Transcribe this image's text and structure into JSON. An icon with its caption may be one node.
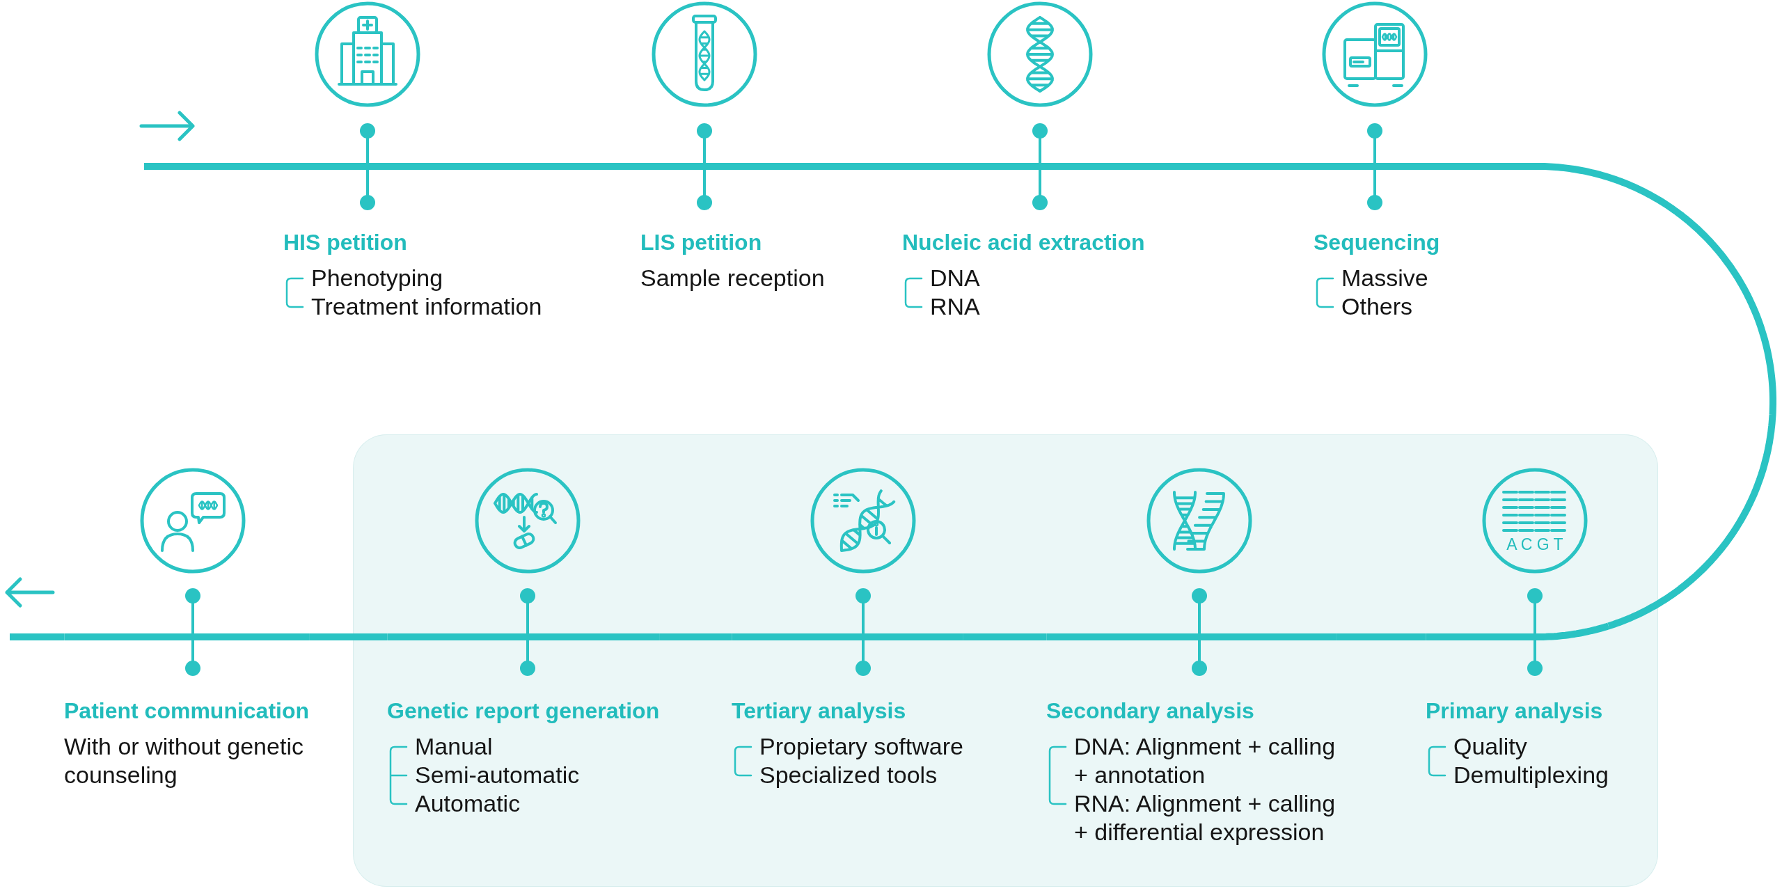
{
  "diagram": {
    "nodes": [
      {
        "text": [
          "HIS petition",
          "Phenotyping",
          "Treatment information"
        ]
      },
      {
        "text": [
          "LIS petition",
          "Sample reception"
        ]
      },
      {
        "text": [
          "Nucleic acid extraction",
          "DNA",
          "RNA"
        ]
      },
      {
        "text": [
          "Sequencing",
          "Massive",
          "Others"
        ]
      },
      {
        "text": [
          "Patient communication",
          "With or without genetic counseling"
        ]
      },
      {
        "text": [],
        "shape": "box"
      },
      {
        "text": [
          "Genetic report generation",
          "Manual",
          "Semi-automatic",
          "Automatic"
        ],
        "in": 5
      },
      {
        "text": [
          "Tertiary analysis",
          "Propietary software",
          "Specialized tools"
        ],
        "in": 5
      },
      {
        "text": [
          "Secondary analysis",
          "DNA: Alignment + calling + annotation",
          "RNA: Alignment + calling + differential expression"
        ],
        "in": 5
      },
      {
        "text": [
          "Primary analysis",
          "Quality",
          "Demultiplexing"
        ],
        "in": 5
      }
    ],
    "edges": [
      {
        "from": null,
        "to": 0,
        "arrow": "none"
      },
      {
        "from": 0,
        "to": 1,
        "arrow": "none"
      },
      {
        "from": 1,
        "to": 2,
        "arrow": "none"
      },
      {
        "from": 2,
        "to": 3,
        "arrow": "none"
      },
      {
        "from": 3,
        "to": 9,
        "arrow": "none"
      },
      {
        "from": 9,
        "to": 8,
        "arrow": "none"
      },
      {
        "from": 8,
        "to": 7,
        "arrow": "none"
      },
      {
        "from": 7,
        "to": 6,
        "arrow": "none"
      },
      {
        "from": 6,
        "to": 4,
        "arrow": "none"
      },
      {
        "from": 4,
        "to": null,
        "arrow": "none"
      }
    ],
    "labels": [
      "A C G T"
    ]
  }
}
